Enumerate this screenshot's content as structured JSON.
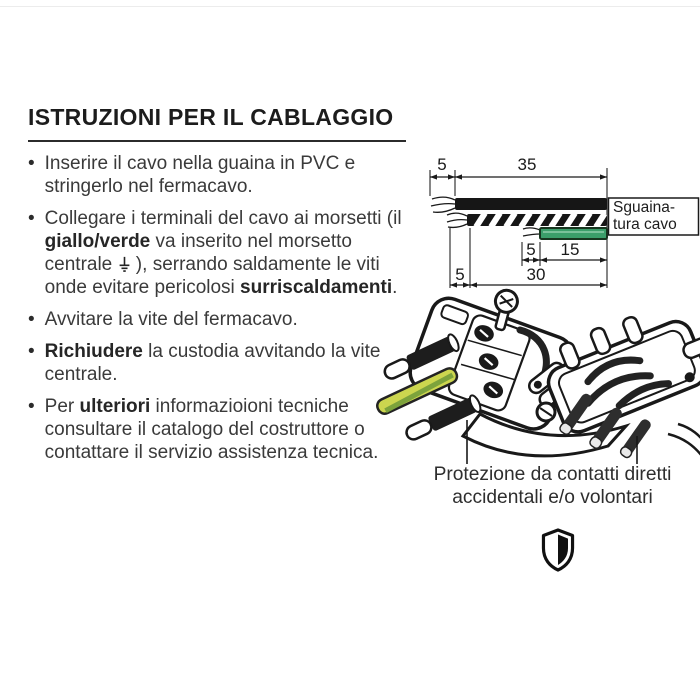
{
  "title": "ISTRUZIONI PER IL CABLAGGIO",
  "bullets": [
    {
      "segments": [
        {
          "t": "Inserire il cavo nella guaina in PVC e stringerlo nel fermacavo."
        }
      ]
    },
    {
      "segments": [
        {
          "t": "Collegare i terminali del cavo ai morsetti (il "
        },
        {
          "t": "giallo/verde",
          "b": true
        },
        {
          "t": " va inserito nel morsetto centrale "
        },
        {
          "icon": "earth"
        },
        {
          "t": " ), serrando saldamente le viti onde evitare pericolosi "
        },
        {
          "t": "surriscaldamenti",
          "b": true
        },
        {
          "t": "."
        }
      ]
    },
    {
      "segments": [
        {
          "t": "Avvitare la vite del fermacavo."
        }
      ]
    },
    {
      "segments": [
        {
          "t": "Richiudere",
          "b": true
        },
        {
          "t": " la custodia avvitando la vite centrale."
        }
      ]
    },
    {
      "segments": [
        {
          "t": "Per "
        },
        {
          "t": "ulteriori",
          "b": true
        },
        {
          "t": " informazioioni tecniche consultare il catalogo del costruttore o contattare il servizio assistenza tecnica."
        }
      ]
    }
  ],
  "cable_diagram": {
    "dim_top_small": "5",
    "dim_top_large": "35",
    "dim_green_small": "5",
    "dim_green_large": "15",
    "dim_bottom_small": "5",
    "dim_bottom_large": "30",
    "label_line1": "Sguaina-",
    "label_line2": "tura cavo",
    "colors": {
      "wire_black": "#161616",
      "earth_green": "#3b9e6a",
      "pe_yellow": "#ccd64f"
    }
  },
  "caption": {
    "line1": "Protezione da contatti diretti",
    "line2": "accidentali e/o volontari"
  },
  "icons": {
    "earth": "earth-ground-symbol",
    "shield": "shield-half-filled"
  }
}
